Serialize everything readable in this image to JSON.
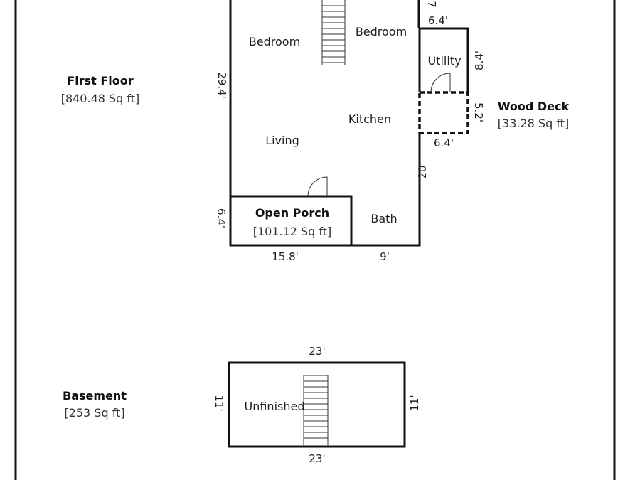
{
  "floors": {
    "first_floor": {
      "name": "First Floor",
      "area": "[840.48 Sq ft]"
    },
    "basement": {
      "name": "Basement",
      "area": "[253 Sq ft]"
    }
  },
  "zones": {
    "open_porch": {
      "name": "Open Porch",
      "area": "[101.12 Sq ft]"
    },
    "wood_deck": {
      "name": "Wood Deck",
      "area": "[33.28 Sq ft]"
    }
  },
  "rooms": {
    "bedroom_left": "Bedroom",
    "bedroom_right": "Bedroom",
    "utility": "Utility",
    "kitchen": "Kitchen",
    "living": "Living",
    "bath": "Bath",
    "unfinished": "Unfinished"
  },
  "dimensions": {
    "left_wall_upper": "29.4'",
    "left_wall_porch": "6.4'",
    "bottom_porch": "15.8'",
    "bottom_bath": "9'",
    "right_lower": "20'",
    "top_notch": "7",
    "utility_top": "6.4'",
    "utility_right": "8.4'",
    "deck_side": "5.2'",
    "deck_bottom": "6.4'",
    "basement_top": "23'",
    "basement_bottom": "23'",
    "basement_left": "11'",
    "basement_right": "11'"
  },
  "colors": {
    "line": "#111111",
    "text": "#222222",
    "background": "#ffffff"
  }
}
